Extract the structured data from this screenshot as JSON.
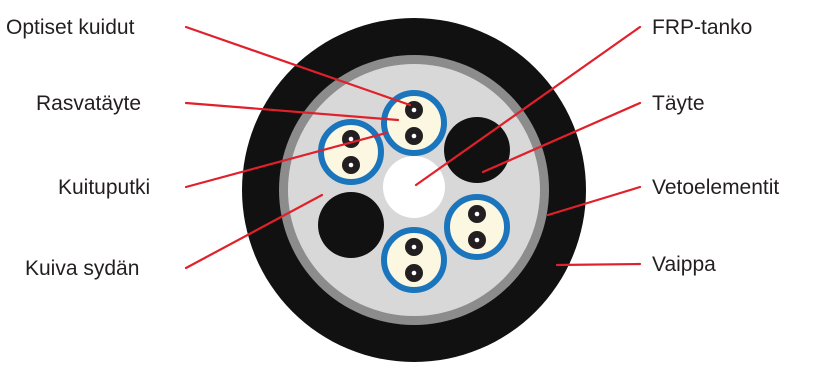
{
  "labels": {
    "optical_fibers": "Optiset kuidut",
    "grease_filling": "Rasvatäyte",
    "fiber_tube": "Kuituputki",
    "dry_core": "Kuiva sydän",
    "frp_rod": "FRP-tanko",
    "filler": "Täyte",
    "strength_members": "Vetoelementit",
    "sheath": "Vaippa"
  },
  "colors": {
    "sheath": "#111111",
    "strength_layer": "#8c8c8c",
    "core": "#d8d8d8",
    "tube_border": "#1b75bc",
    "tube_fill": "#fbf7e0",
    "fiber": "#231f20",
    "frp_rod": "#ffffff",
    "filler": "#111111",
    "leader": "#e0202a"
  }
}
